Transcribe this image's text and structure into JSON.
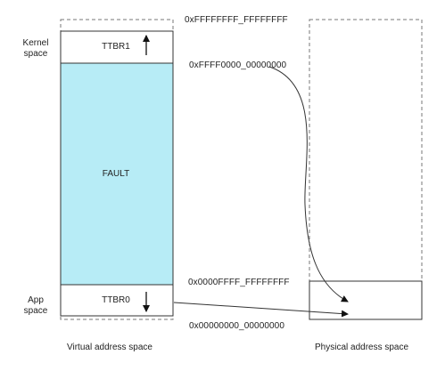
{
  "side_labels": {
    "kernel_line1": "Kernel",
    "kernel_line2": "space",
    "app_line1": "App",
    "app_line2": "space"
  },
  "virtual_regions": {
    "ttbr1": "TTBR1",
    "fault": "FAULT",
    "ttbr0": "TTBR0"
  },
  "addresses": {
    "top": "0xFFFFFFFF_FFFFFFFF",
    "kernel_base": "0xFFFF0000_00000000",
    "app_top": "0x0000FFFF_FFFFFFFF",
    "bottom": "0x00000000_00000000"
  },
  "captions": {
    "virtual": "Virtual address space",
    "physical": "Physical address space"
  },
  "colors": {
    "fault_fill": "#b7ecf6",
    "stroke": "#333333",
    "dashed": "#777777"
  }
}
